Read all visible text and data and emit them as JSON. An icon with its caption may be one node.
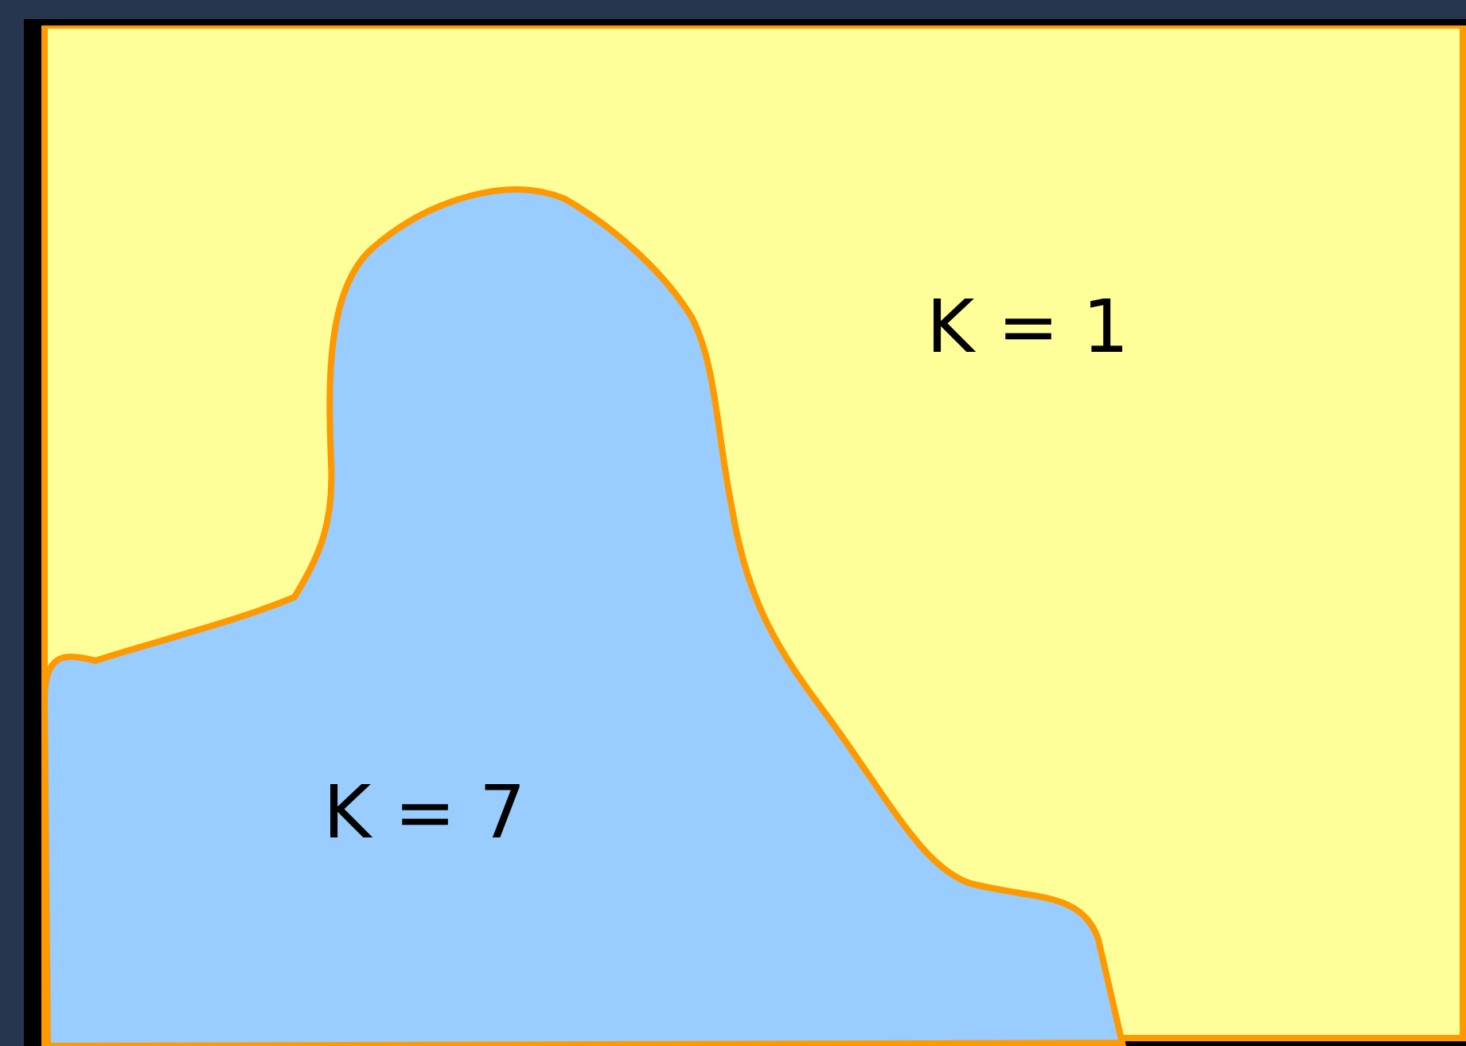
{
  "diagram": {
    "nodes": [
      {
        "text": [
          "K = 1"
        ]
      },
      {
        "text": [
          "K = 7"
        ],
        "in": 0
      }
    ]
  }
}
